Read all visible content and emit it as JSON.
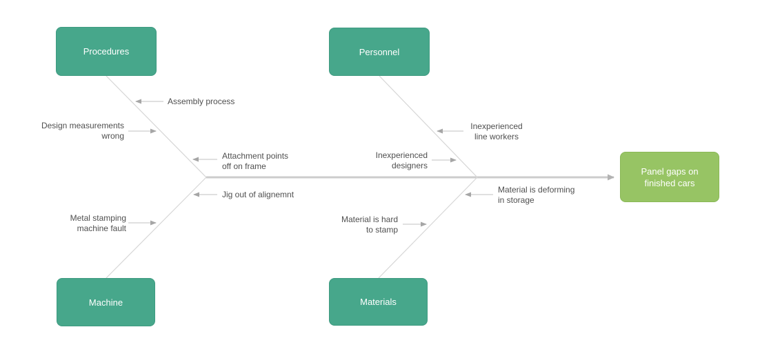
{
  "diagram": {
    "kind": "fishbone-cause-effect",
    "effect": {
      "label": "Panel gaps on\nfinished cars"
    },
    "categories": [
      {
        "label": "Procedures",
        "position": "top-left",
        "causes": [
          "Assembly process",
          "Design measurements\nwrong",
          "Attachment points\noff on frame"
        ]
      },
      {
        "label": "Personnel",
        "position": "top-right",
        "causes": [
          "Inexperienced\nline workers",
          "Inexperienced\ndesigners"
        ]
      },
      {
        "label": "Machine",
        "position": "bottom-left",
        "causes": [
          "Jig out of alignemnt",
          "Metal stamping\nmachine fault"
        ]
      },
      {
        "label": "Materials",
        "position": "bottom-right",
        "causes": [
          "Material is deforming\nin storage",
          "Material is hard\nto stamp"
        ]
      }
    ],
    "colors": {
      "category_node": "#47a78b",
      "effect_node": "#97c464",
      "connector_line": "#d6d6d6",
      "spine_line": "#cccccc",
      "arrowhead": "#a6a6a6",
      "label_text": "#4f4f4f",
      "node_text": "#ffffff",
      "background": "#ffffff"
    }
  }
}
